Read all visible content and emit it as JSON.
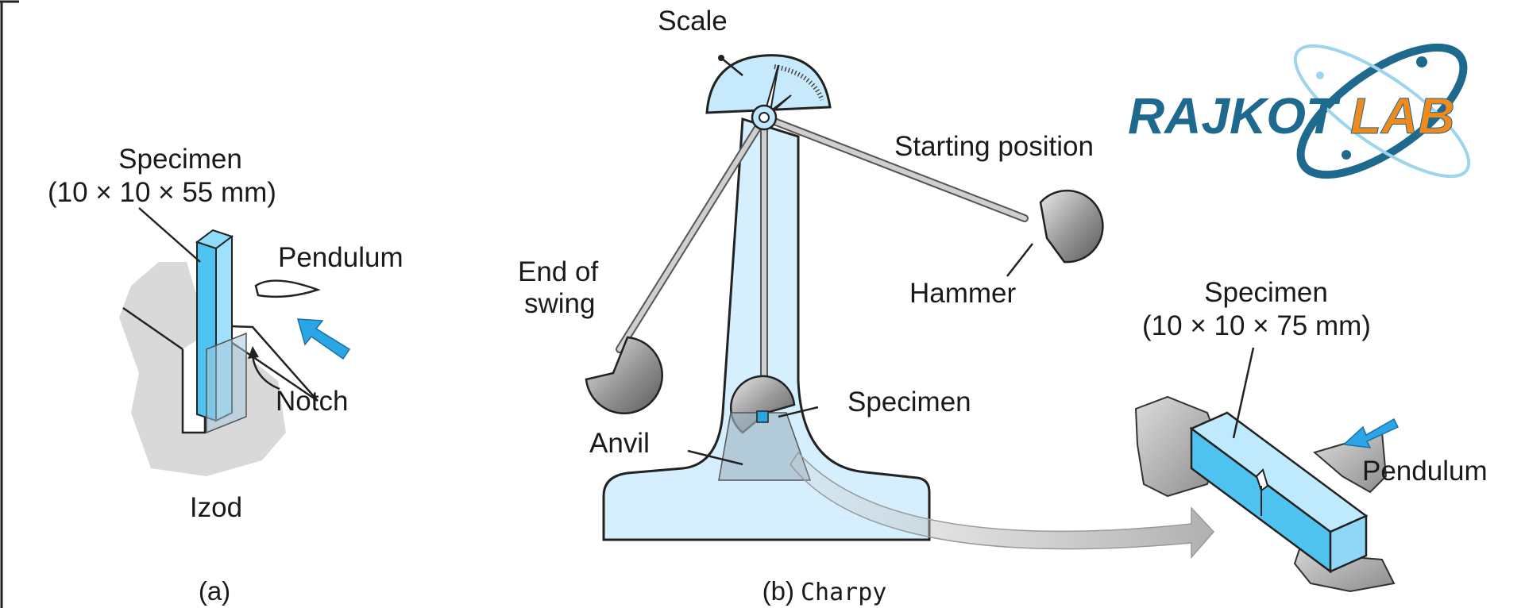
{
  "figure": {
    "izod": {
      "specimen_label": "Specimen",
      "specimen_size": "(10 × 10 × 55 mm)",
      "pendulum_label": "Pendulum",
      "notch_label": "Notch",
      "name": "Izod",
      "caption": "(a)"
    },
    "charpy": {
      "scale_label": "Scale",
      "starting_label": "Starting position",
      "end_label_line1": "End of",
      "end_label_line2": "swing",
      "hammer_label": "Hammer",
      "specimen_label": "Specimen",
      "anvil_label": "Anvil",
      "caption_prefix": "(b)",
      "caption_name": "Charpy"
    },
    "detail": {
      "specimen_label": "Specimen",
      "specimen_size": "(10 × 10 × 75 mm)",
      "pendulum_label": "Pendulum"
    }
  },
  "logo": {
    "part1": "RAJKOT",
    "part2": "LAB",
    "primary_color": "#1e6a8e",
    "accent_color": "#f08a1c"
  },
  "colors": {
    "specimen_blue": "#4fc3f0",
    "machine_fill": "#d6efff",
    "base_gray": "#d9d9d9",
    "hammer_gray": "#8a8a8a",
    "arrow_blue": "#2aa6e6"
  }
}
